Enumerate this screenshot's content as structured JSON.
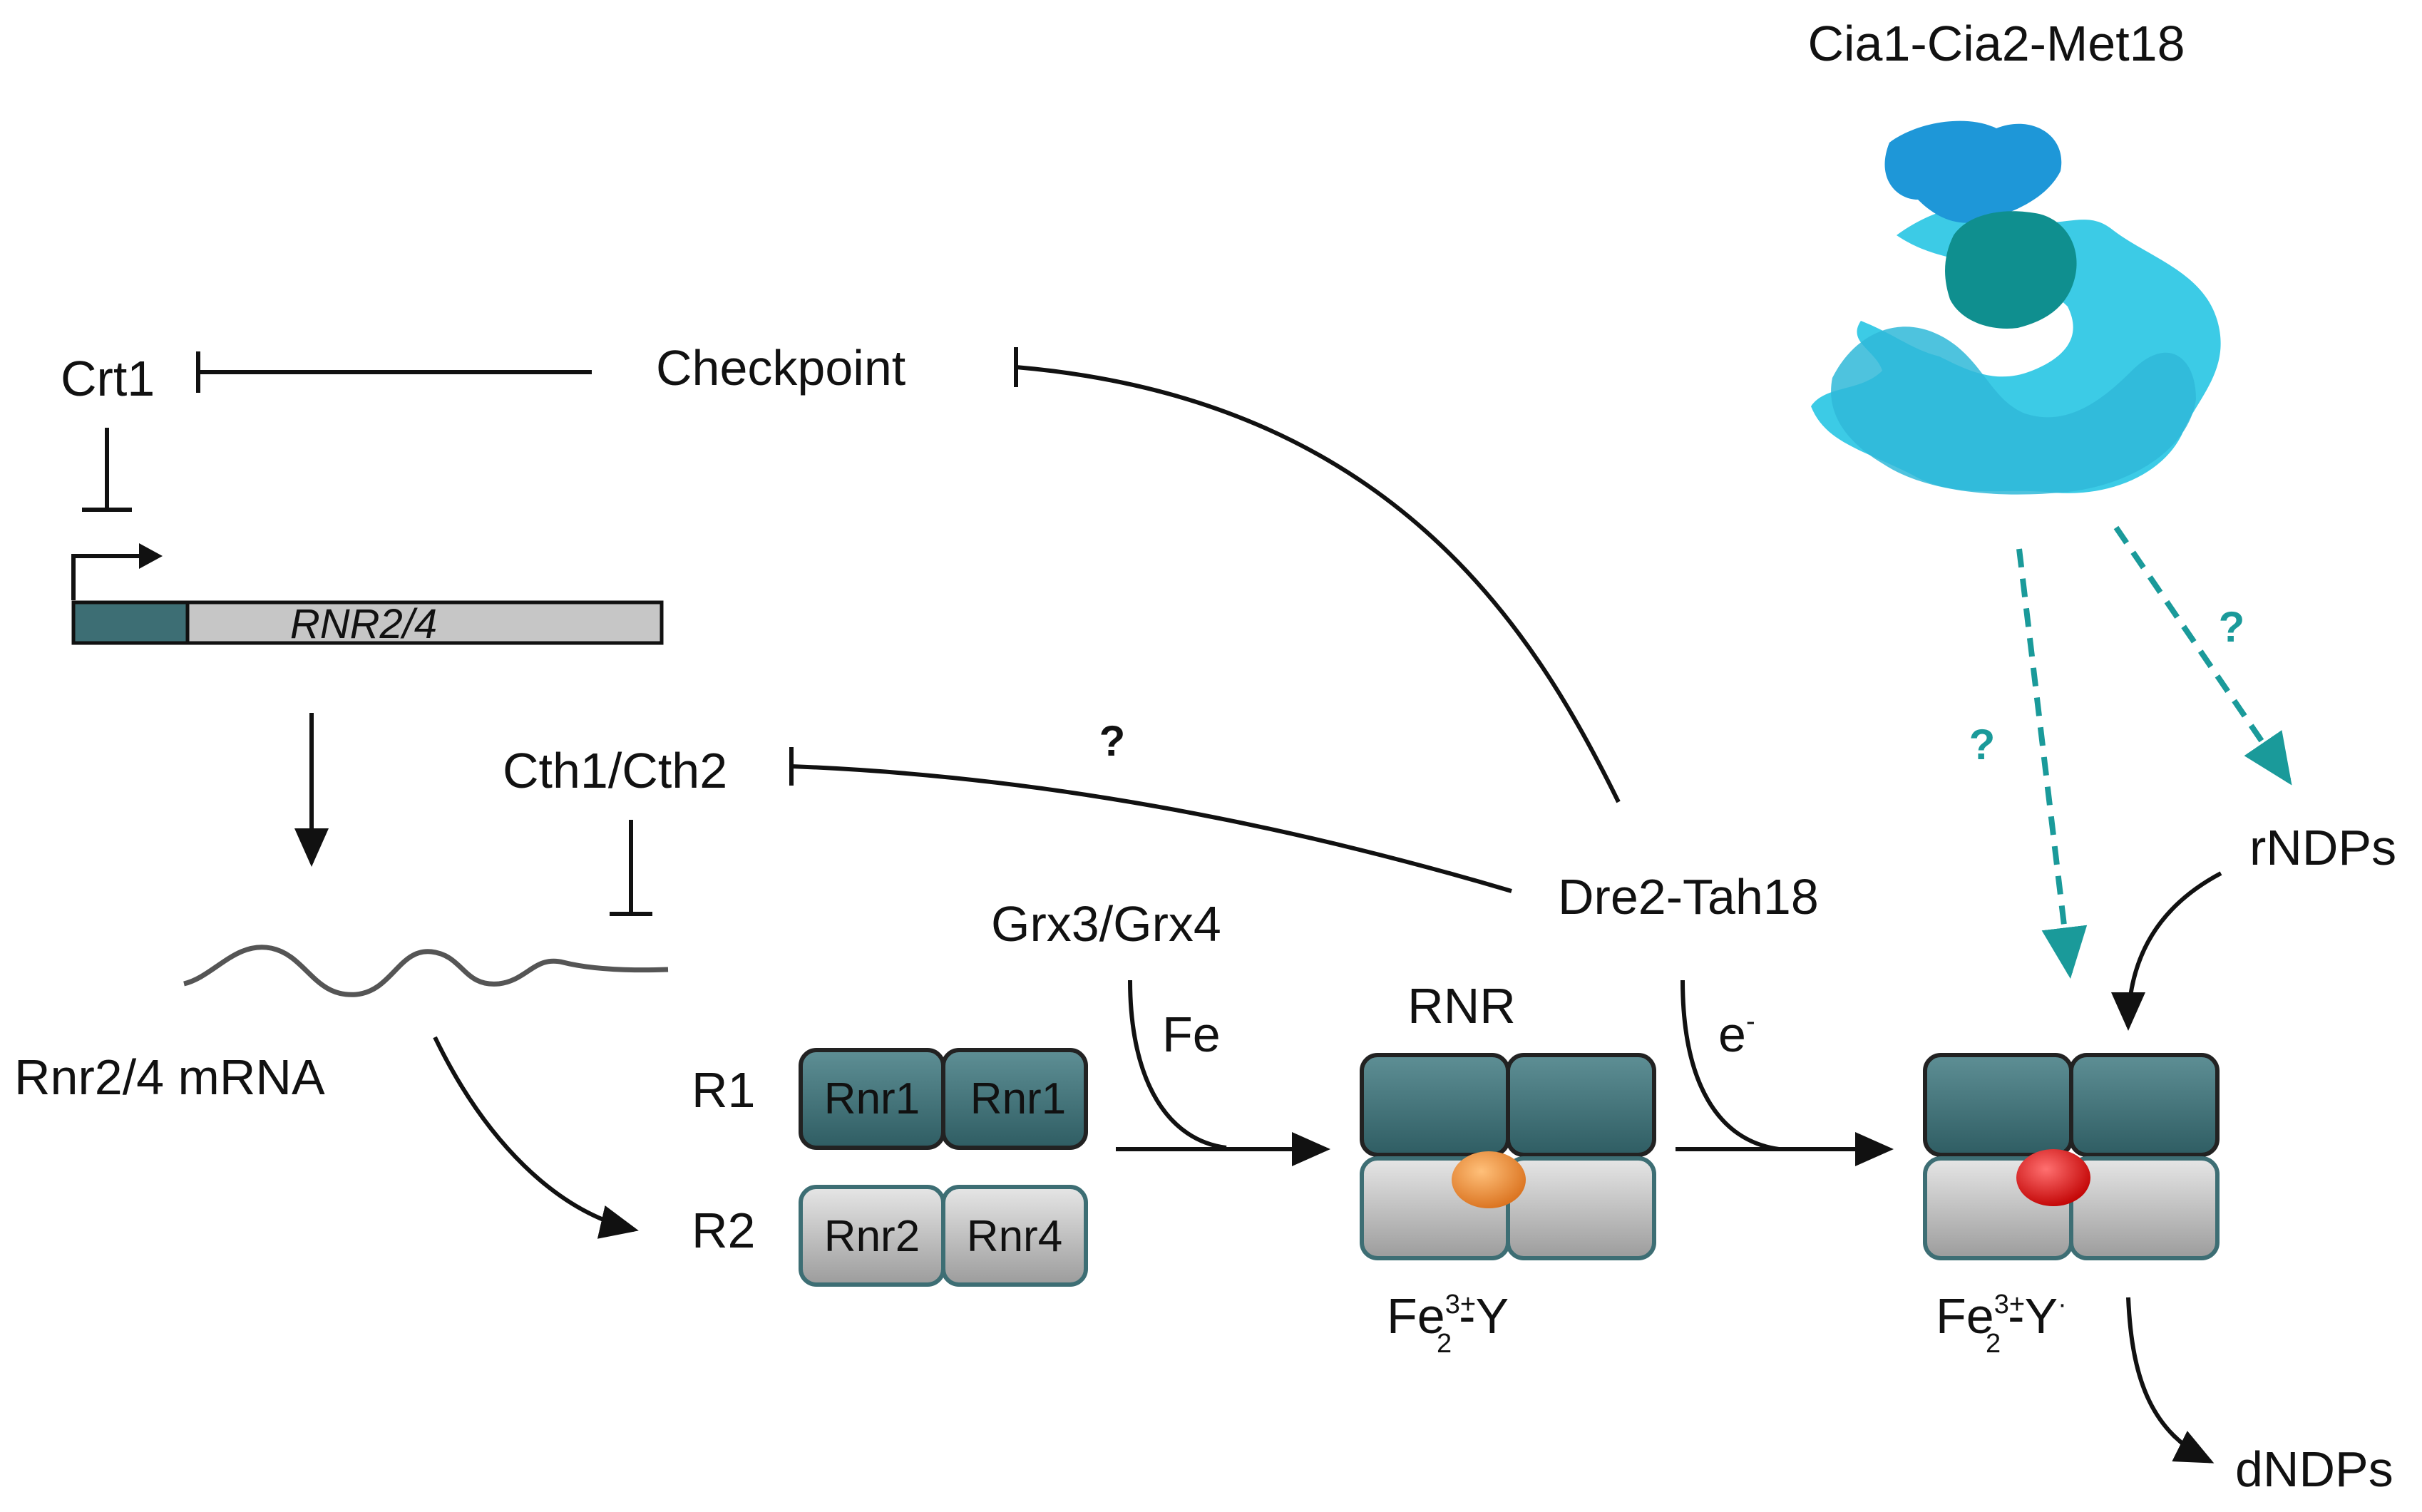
{
  "labels": {
    "cia_complex": "Cia1-Cia2-Met18",
    "crt1": "Crt1",
    "checkpoint": "Checkpoint",
    "gene": "RNR2/4",
    "cth": "Cth1/Cth2",
    "grx": "Grx3/Grx4",
    "dre2": "Dre2-Tah18",
    "rnr": "RNR",
    "fe": "Fe",
    "e_base": "e",
    "e_sup": "-",
    "mrna": "Rnr2/4 mRNA",
    "r1": "R1",
    "r2": "R2",
    "rnr1": "Rnr1",
    "rnr2": "Rnr2",
    "rnr4": "Rnr4",
    "rndps": "rNDPs",
    "dndps": "dNDPs",
    "q": "?",
    "fe_y1": {
      "base": "Fe",
      "sup": "3+",
      "sub": "2",
      "tail": "-Y"
    },
    "fe_y2": {
      "base": "Fe",
      "sup": "3+",
      "sub": "2",
      "tail": "-Y",
      "dot": "·"
    }
  },
  "colors": {
    "teal_dark": "#3d6e74",
    "gray_light": "#c6c6c6",
    "cyan_arrow": "#1a9a9a",
    "cia1": "#1e97d8",
    "cia2": "#0f8f8f",
    "met18": "#3ccbe6",
    "orange_center": "#f08a2a",
    "red_center": "#e11a1a"
  },
  "icons": {
    "promoter": "bent-arrow-icon",
    "mrna": "wavy-line-icon",
    "protein": "blob-structure-icon"
  }
}
